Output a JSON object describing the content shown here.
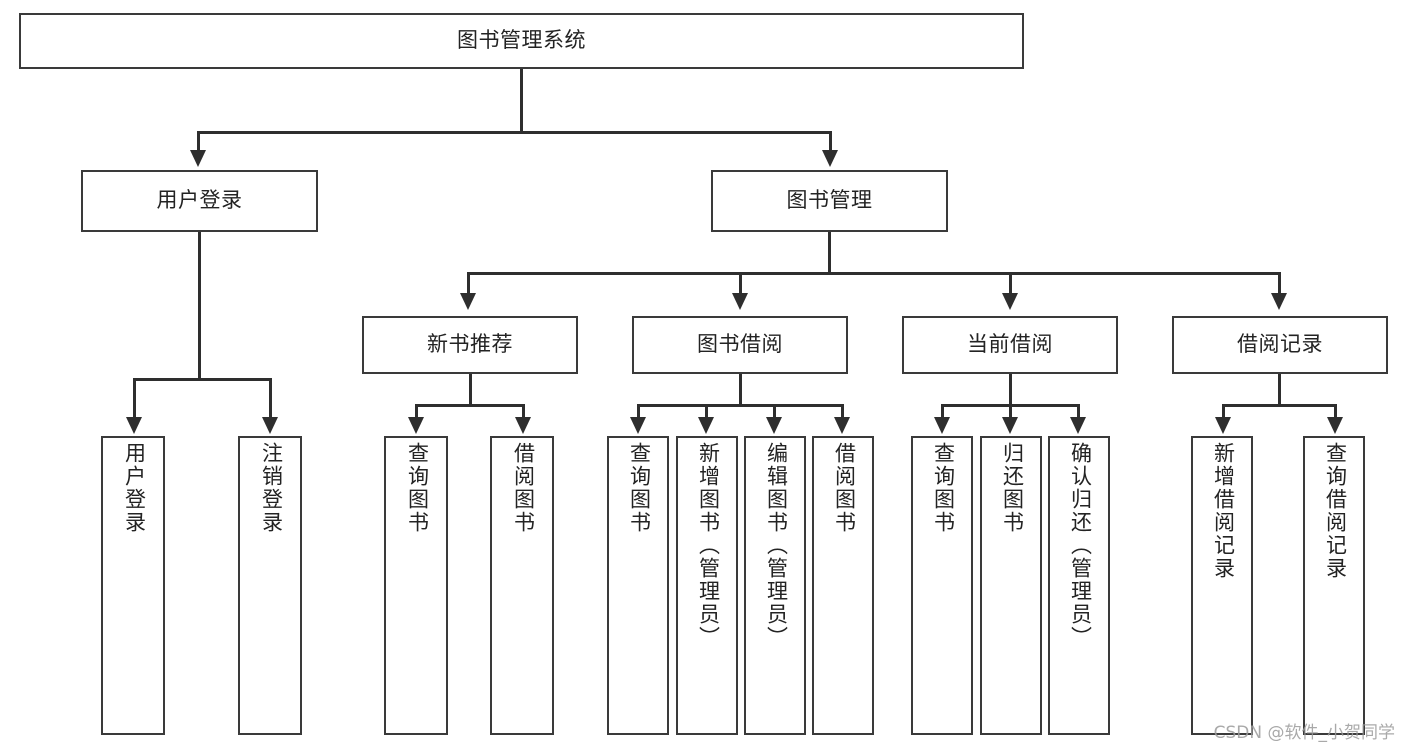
{
  "diagram": {
    "title": "图书管理系统",
    "watermark": "CSDN @软件_小贺同学",
    "levels": {
      "root": {
        "label": "图书管理系统"
      },
      "level1": [
        {
          "label": "用户登录"
        },
        {
          "label": "图书管理"
        }
      ],
      "level2": [
        {
          "label": "新书推荐"
        },
        {
          "label": "图书借阅"
        },
        {
          "label": "当前借阅"
        },
        {
          "label": "借阅记录"
        }
      ],
      "leaves": [
        {
          "label": "用户登录"
        },
        {
          "label": "注销登录"
        },
        {
          "label": "查询图书"
        },
        {
          "label": "借阅图书"
        },
        {
          "label": "查询图书"
        },
        {
          "label": "新增图书（管理员）"
        },
        {
          "label": "编辑图书（管理员）"
        },
        {
          "label": "借阅图书"
        },
        {
          "label": "查询图书"
        },
        {
          "label": "归还图书"
        },
        {
          "label": "确认归还（管理员）"
        },
        {
          "label": "新增借阅记录"
        },
        {
          "label": "查询借阅记录"
        }
      ]
    },
    "colors": {
      "box_border": "#3a3a3a",
      "connector": "#2e2e2e",
      "text": "#232323",
      "background": "#ffffff",
      "watermark": "#9b9b9b"
    }
  }
}
